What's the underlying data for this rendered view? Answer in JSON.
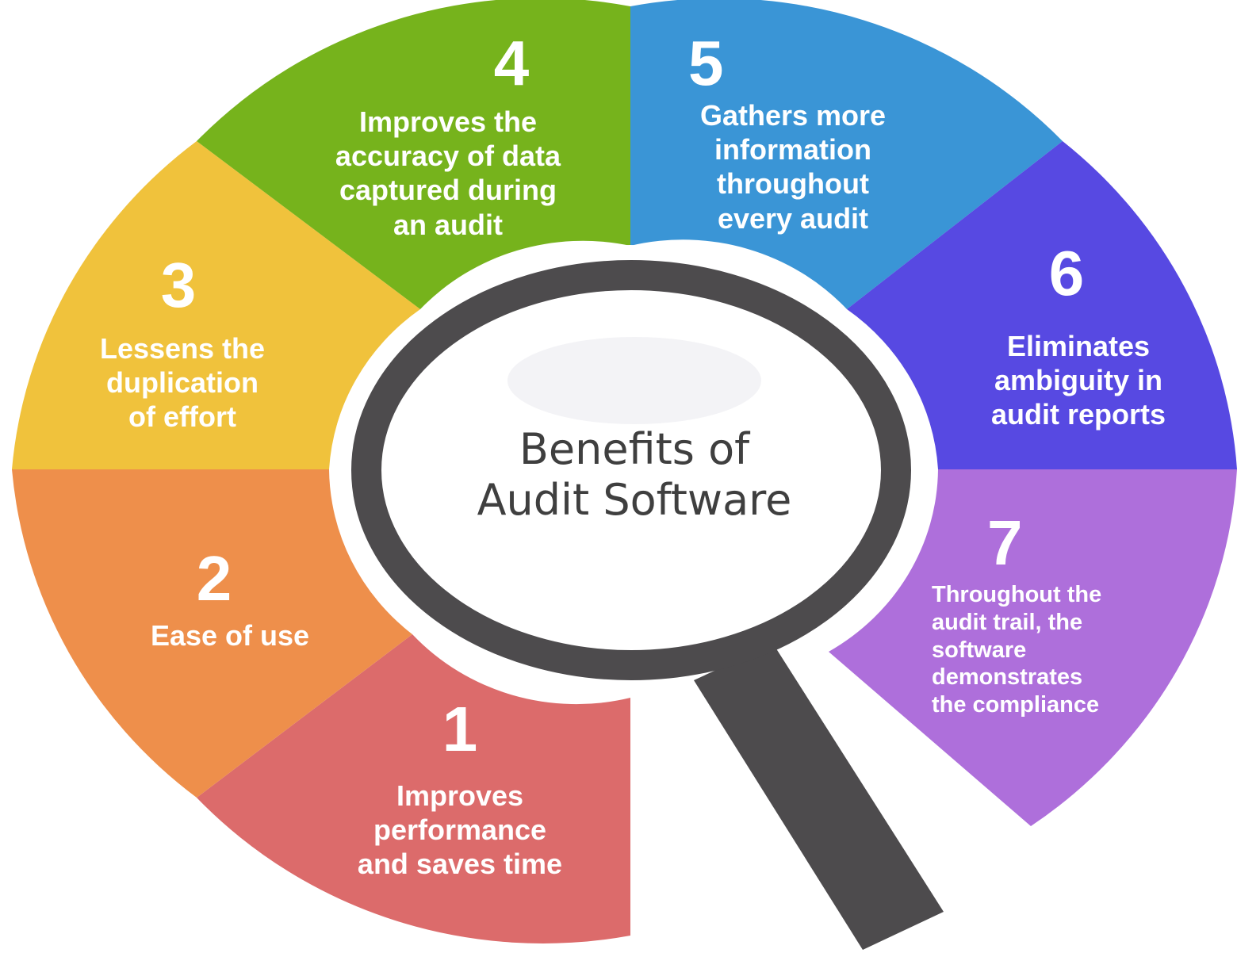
{
  "title_line1": "Benefits of",
  "title_line2": "Audit Software",
  "colors": {
    "seg1": "#dc6b6b",
    "seg2": "#ee8f4b",
    "seg3": "#f0c23c",
    "seg4": "#76b31c",
    "seg5": "#3a95d6",
    "seg6": "#5749e2",
    "seg7": "#ae6fdb",
    "magnifier": "#4d4b4d",
    "title_text": "#3f3f3f"
  },
  "segments": [
    {
      "number": "1",
      "lines": [
        "Improves",
        "performance",
        "and saves time"
      ]
    },
    {
      "number": "2",
      "lines": [
        "Ease of use"
      ]
    },
    {
      "number": "3",
      "lines": [
        "Lessens the",
        "duplication",
        "of effort"
      ]
    },
    {
      "number": "4",
      "lines": [
        "Improves the",
        "accuracy of data",
        "captured during",
        "an audit"
      ]
    },
    {
      "number": "5",
      "lines": [
        "Gathers more",
        "information",
        "throughout",
        "every audit"
      ]
    },
    {
      "number": "6",
      "lines": [
        "Eliminates",
        "ambiguity in",
        "audit reports"
      ]
    },
    {
      "number": "7",
      "lines": [
        "Throughout the",
        "audit trail, the",
        "software",
        "demonstrates",
        "the compliance"
      ]
    }
  ]
}
